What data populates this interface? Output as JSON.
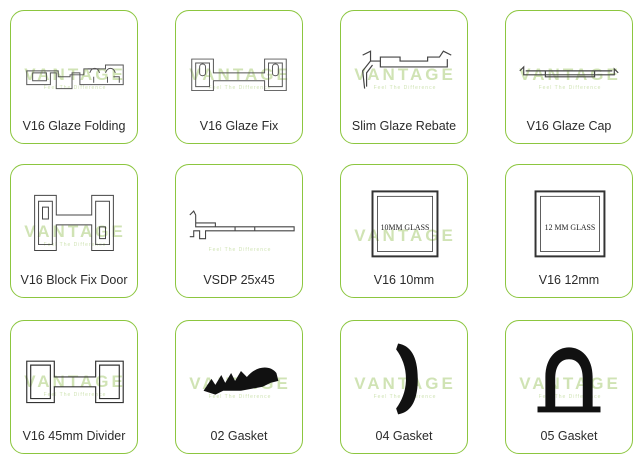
{
  "watermark": {
    "brand": "VANTAGE",
    "tagline": "Feel The Difference"
  },
  "products": [
    {
      "label": "V16 Glaze Folding"
    },
    {
      "label": "V16 Glaze Fix"
    },
    {
      "label": "Slim Glaze Rebate"
    },
    {
      "label": "V16 Glaze Cap"
    },
    {
      "label": "V16 Block Fix Door"
    },
    {
      "label": "VSDP 25x45"
    },
    {
      "label": "V16 10mm",
      "glass_text": "10MM GLASS"
    },
    {
      "label": "V16 12mm",
      "glass_text": "12 MM GLASS"
    },
    {
      "label": "V16 45mm Divider"
    },
    {
      "label": "02 Gasket"
    },
    {
      "label": "04 Gasket"
    },
    {
      "label": "05 Gasket"
    }
  ],
  "colors": {
    "border": "#8cc63f",
    "watermark": "#c8dfa8",
    "profile": "#444444",
    "gasket": "#111111"
  }
}
